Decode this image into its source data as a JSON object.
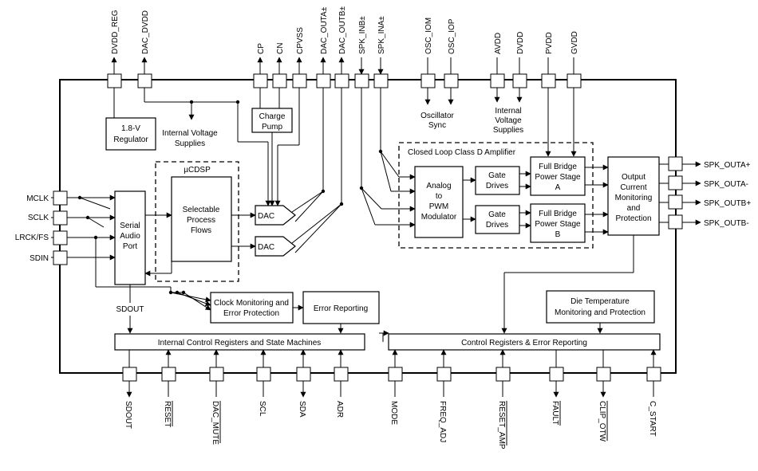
{
  "pins": {
    "dvdd_reg": "DVDD_REG",
    "dac_dvdd": "DAC_DVDD",
    "cp": "CP",
    "cn": "CN",
    "cpvss": "CPVSS",
    "dac_outa": "DAC_OUTA±",
    "dac_outb": "DAC_OUTB±",
    "spk_inb": "SPK_INB±",
    "spk_ina": "SPK_INA±",
    "osc_iom": "OSC_IOM",
    "osc_iop": "OSC_IOP",
    "avdd": "AVDD",
    "dvdd": "DVDD",
    "pvdd": "PVDD",
    "gvdd": "GVDD",
    "mclk": "MCLK",
    "sclk": "SCLK",
    "lrck": "LRCK/FS",
    "sdin": "SDIN",
    "spk_outa_p": "SPK_OUTA+",
    "spk_outa_n": "SPK_OUTA-",
    "spk_outb_p": "SPK_OUTB+",
    "spk_outb_n": "SPK_OUTB-",
    "sdout": "SDOUT",
    "reset": "RESET",
    "dac_mute": "DAC_MUTE",
    "scl": "SCL",
    "sda": "SDA",
    "adr": "ADR",
    "mode": "MODE",
    "freq_adj": "FREQ_ADJ",
    "reset_amp": "RESET_AMP",
    "fault": "FAULT",
    "clip_otw": "CLIP_OTW",
    "c_start": "C_START"
  },
  "blocks": {
    "regulator": [
      "1.8-V",
      "Regulator"
    ],
    "internal_supplies_left": [
      "Internal Voltage",
      "Supplies"
    ],
    "charge_pump": [
      "Charge",
      "Pump"
    ],
    "oscillator": [
      "Oscillator",
      "Sync"
    ],
    "internal_supplies_right": [
      "Internal",
      "Voltage",
      "Supplies"
    ],
    "ucdsp": "µCDSP",
    "process_flows": [
      "Selectable",
      "Process",
      "Flows"
    ],
    "serial_audio_port": [
      "Serial",
      "Audio",
      "Port"
    ],
    "dac": "DAC",
    "class_d_group": "Closed Loop Class D Amplifier",
    "modulator": [
      "Analog",
      "to",
      "PWM",
      "Modulator"
    ],
    "gate_drives": [
      "Gate",
      "Drives"
    ],
    "power_stage_a": [
      "Full Bridge",
      "Power Stage",
      "A"
    ],
    "power_stage_b": [
      "Full Bridge",
      "Power Stage",
      "B"
    ],
    "output_monitor": [
      "Output",
      "Current",
      "Monitoring",
      "and",
      "Protection"
    ],
    "sdout_label": "SDOUT",
    "clock_monitor": [
      "Clock Monitoring and",
      "Error Protection"
    ],
    "error_reporting": "Error Reporting",
    "die_temp": [
      "Die Temperature",
      "Monitoring and Protection"
    ],
    "internal_regs": "Internal Control Registers and State Machines",
    "control_regs": "Control Registers & Error Reporting"
  }
}
